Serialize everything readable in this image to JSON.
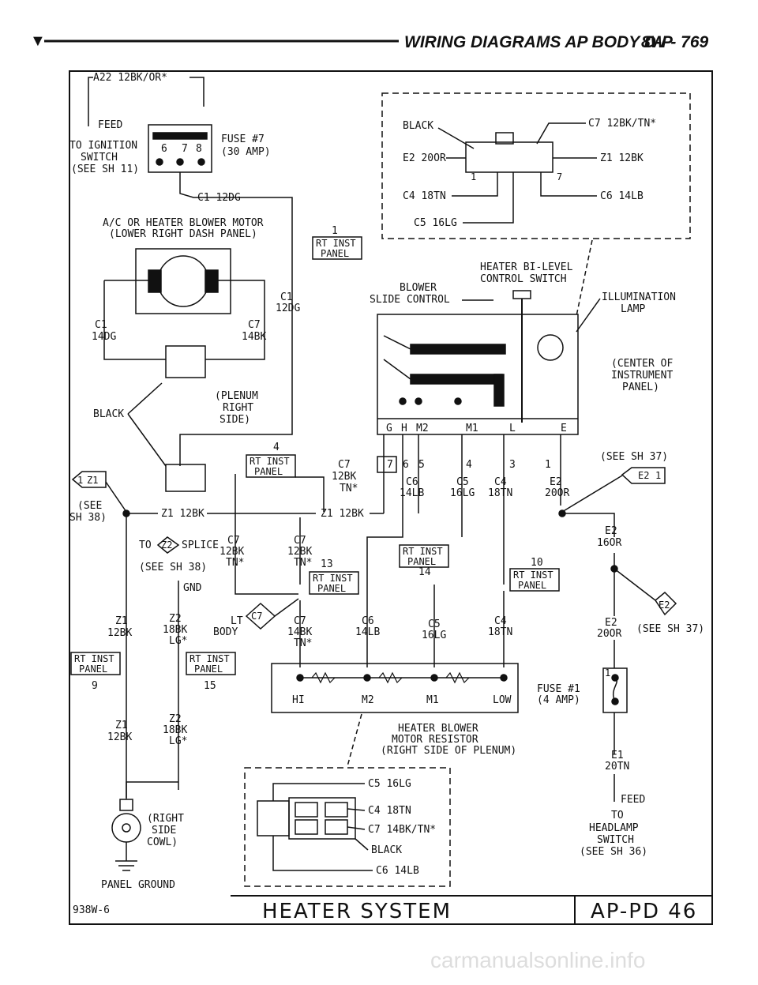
{
  "header": {
    "marker": "▼",
    "title": "WIRING DIAGRAMS AP BODY D-P",
    "page": "8W - 769"
  },
  "diagram": {
    "title": "HEATER SYSTEM",
    "figure_code": "938W-6",
    "page_ref": "AP-PD 46",
    "fuse7": {
      "wire": "A22 12BK/OR*",
      "feed": "FEED",
      "to_ignition": [
        "TO IGNITION",
        "SWITCH",
        "(SEE SH 11)"
      ],
      "label": [
        "FUSE #7",
        "(30 AMP)"
      ],
      "pins": [
        "6",
        "7",
        "8"
      ]
    },
    "c1_top": "C1 12DG",
    "motor": [
      "A/C OR HEATER BLOWER MOTOR",
      "(LOWER RIGHT DASH PANEL)"
    ],
    "motor_wires": {
      "left": [
        "C1",
        "14DG"
      ],
      "right": [
        "C7",
        "14BK"
      ],
      "c1_right": [
        "C1",
        "12DG"
      ]
    },
    "plenum": [
      "(PLENUM",
      "RIGHT",
      "SIDE)"
    ],
    "black_labels": [
      "BLACK",
      "BLACK"
    ],
    "rt_inst_panel": [
      "RT INST",
      "PANEL"
    ],
    "splice_nums": [
      "1",
      "4",
      "13",
      "14",
      "10",
      "9",
      "15"
    ],
    "connector_box": {
      "black": "BLACK",
      "c7": "C7 12BK/TN*",
      "e2": "E2 20OR",
      "z1": "Z1 12BK",
      "c4": "C4 18TN",
      "c6": "C6 14LB",
      "c5": "C5 16LG",
      "pin1": "1",
      "pin7": "7"
    },
    "switch": {
      "title": [
        "HEATER BI-LEVEL",
        "CONTROL SWITCH"
      ],
      "blower_slide": [
        "BLOWER",
        "SLIDE CONTROL"
      ],
      "illum": [
        "ILLUMINATION",
        "LAMP"
      ],
      "center": [
        "(CENTER OF",
        "INSTRUMENT",
        "PANEL)"
      ],
      "terminals": [
        "G",
        "H",
        "M2",
        "M1",
        "L",
        "E"
      ],
      "pins": [
        "7",
        "6",
        "5",
        "4",
        "3",
        "1"
      ]
    },
    "switch_wires": {
      "c7": [
        "C7",
        "12BK",
        "TN*"
      ],
      "c6": [
        "C6",
        "14LB"
      ],
      "c5": [
        "C5",
        "16LG"
      ],
      "c4": [
        "C4",
        "18TN"
      ],
      "e2": [
        "E2",
        "20OR"
      ],
      "see37": "(SEE SH 37)",
      "e2_conn": "E2",
      "e2_pin": "1"
    },
    "z1_row": {
      "conn": "Z1",
      "pin": "1",
      "see38": [
        "(SEE",
        "SH 38)"
      ],
      "left": "Z1 12BK",
      "right": "Z1 12BK"
    },
    "splice": {
      "to": "TO",
      "z2": "Z2",
      "text": "SPLICE",
      "see": "(SEE SH 38)",
      "gnd": "GND"
    },
    "mid_wires": {
      "c7a": [
        "C7",
        "12BK",
        "TN*"
      ],
      "c7b": [
        "C7",
        "12BK",
        "TN*"
      ],
      "z1a": [
        "Z1",
        "12BK"
      ],
      "z2a": [
        "Z2",
        "18BK",
        "LG*"
      ],
      "lt_body": [
        "LT",
        "BODY"
      ],
      "c7_conn": "C7",
      "c7c": [
        "C7",
        "14BK",
        "TN*"
      ],
      "c6": [
        "C6",
        "14LB"
      ],
      "c5": [
        "C5",
        "16LG"
      ],
      "c4": [
        "C4",
        "18TN"
      ],
      "z1b": [
        "Z1",
        "12BK"
      ],
      "z2b": [
        "Z2",
        "18BK",
        "LG*"
      ]
    },
    "resistor": {
      "labels": [
        "HI",
        "M2",
        "M1",
        "LOW"
      ],
      "title": [
        "HEATER BLOWER",
        "MOTOR RESISTOR",
        "(RIGHT SIDE OF PLENUM)"
      ]
    },
    "resistor_conn": {
      "c5": "C5 16LG",
      "c4": "C4 18TN",
      "c7": "C7 14BK/TN*",
      "black": "BLACK",
      "c6": "C6 14LB"
    },
    "ground": {
      "label": [
        "(RIGHT",
        "SIDE",
        "COWL)"
      ],
      "panel_ground": "PANEL GROUND"
    },
    "right_side": {
      "e2a": [
        "E2",
        "16OR"
      ],
      "e2_conn": "E2",
      "e2b": [
        "E2",
        "20OR"
      ],
      "see37": "(SEE SH 37)",
      "fuse1": [
        "FUSE #1",
        "(4 AMP)"
      ],
      "fuse_pin": "1",
      "e1": [
        "E1",
        "20TN"
      ],
      "feed": "FEED",
      "to_headlamp": [
        "TO",
        "HEADLAMP",
        "SWITCH",
        "(SEE SH 36)"
      ]
    },
    "watermark": "carmanualsonline.info"
  }
}
